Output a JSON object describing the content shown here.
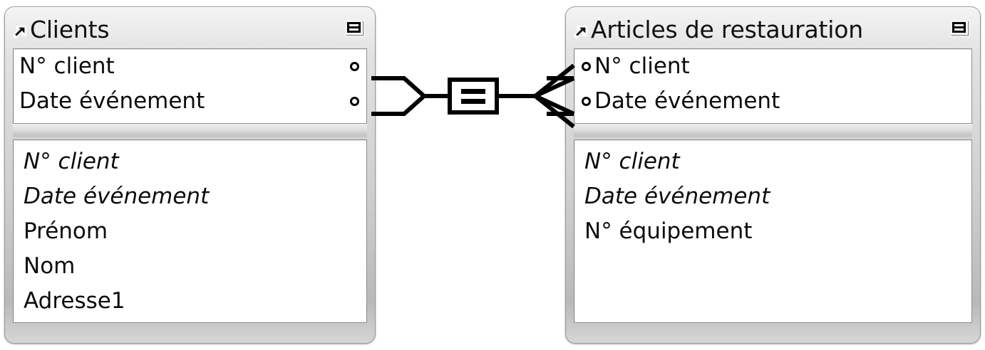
{
  "diagram": {
    "type": "entity-relationship-diagram",
    "notation": "crow's foot",
    "colors": {
      "panel_border": "#9a9a9a",
      "panel_fill": "#cfcfcf",
      "section_fill": "#ffffff",
      "text": "#0c0c0c",
      "connector": "#000000"
    }
  },
  "entities": [
    {
      "id": "clients",
      "title": "Clients",
      "nav_icon": "arrow-up-right-icon",
      "menu_icon": "list-view-icon",
      "key_fields": [
        {
          "label": "N° client",
          "marker": "key-dot",
          "marker_side": "right"
        },
        {
          "label": "Date événement",
          "marker": "key-dot",
          "marker_side": "right"
        }
      ],
      "attribute_fields": [
        {
          "label": "N° client",
          "style": "italic"
        },
        {
          "label": "Date événement",
          "style": "italic"
        },
        {
          "label": "Prénom",
          "style": "normal"
        },
        {
          "label": "Nom",
          "style": "normal"
        },
        {
          "label": "Adresse1",
          "style": "normal"
        }
      ]
    },
    {
      "id": "articles-de-restauration",
      "title": "Articles de restauration",
      "nav_icon": "arrow-up-right-icon",
      "menu_icon": "list-view-icon",
      "key_fields": [
        {
          "label": "N° client",
          "marker": "key-dot",
          "marker_side": "left"
        },
        {
          "label": "Date événement",
          "marker": "key-dot",
          "marker_side": "left"
        }
      ],
      "attribute_fields": [
        {
          "label": "N° client",
          "style": "italic"
        },
        {
          "label": "Date événement",
          "style": "italic"
        },
        {
          "label": "N° équipement",
          "style": "normal"
        }
      ]
    }
  ],
  "relationship": {
    "from": "clients",
    "to": "articles-de-restauration",
    "left_cardinality": "one",
    "right_cardinality": "many",
    "operator_label": "=",
    "operator_symbol": "equals-box-icon"
  }
}
